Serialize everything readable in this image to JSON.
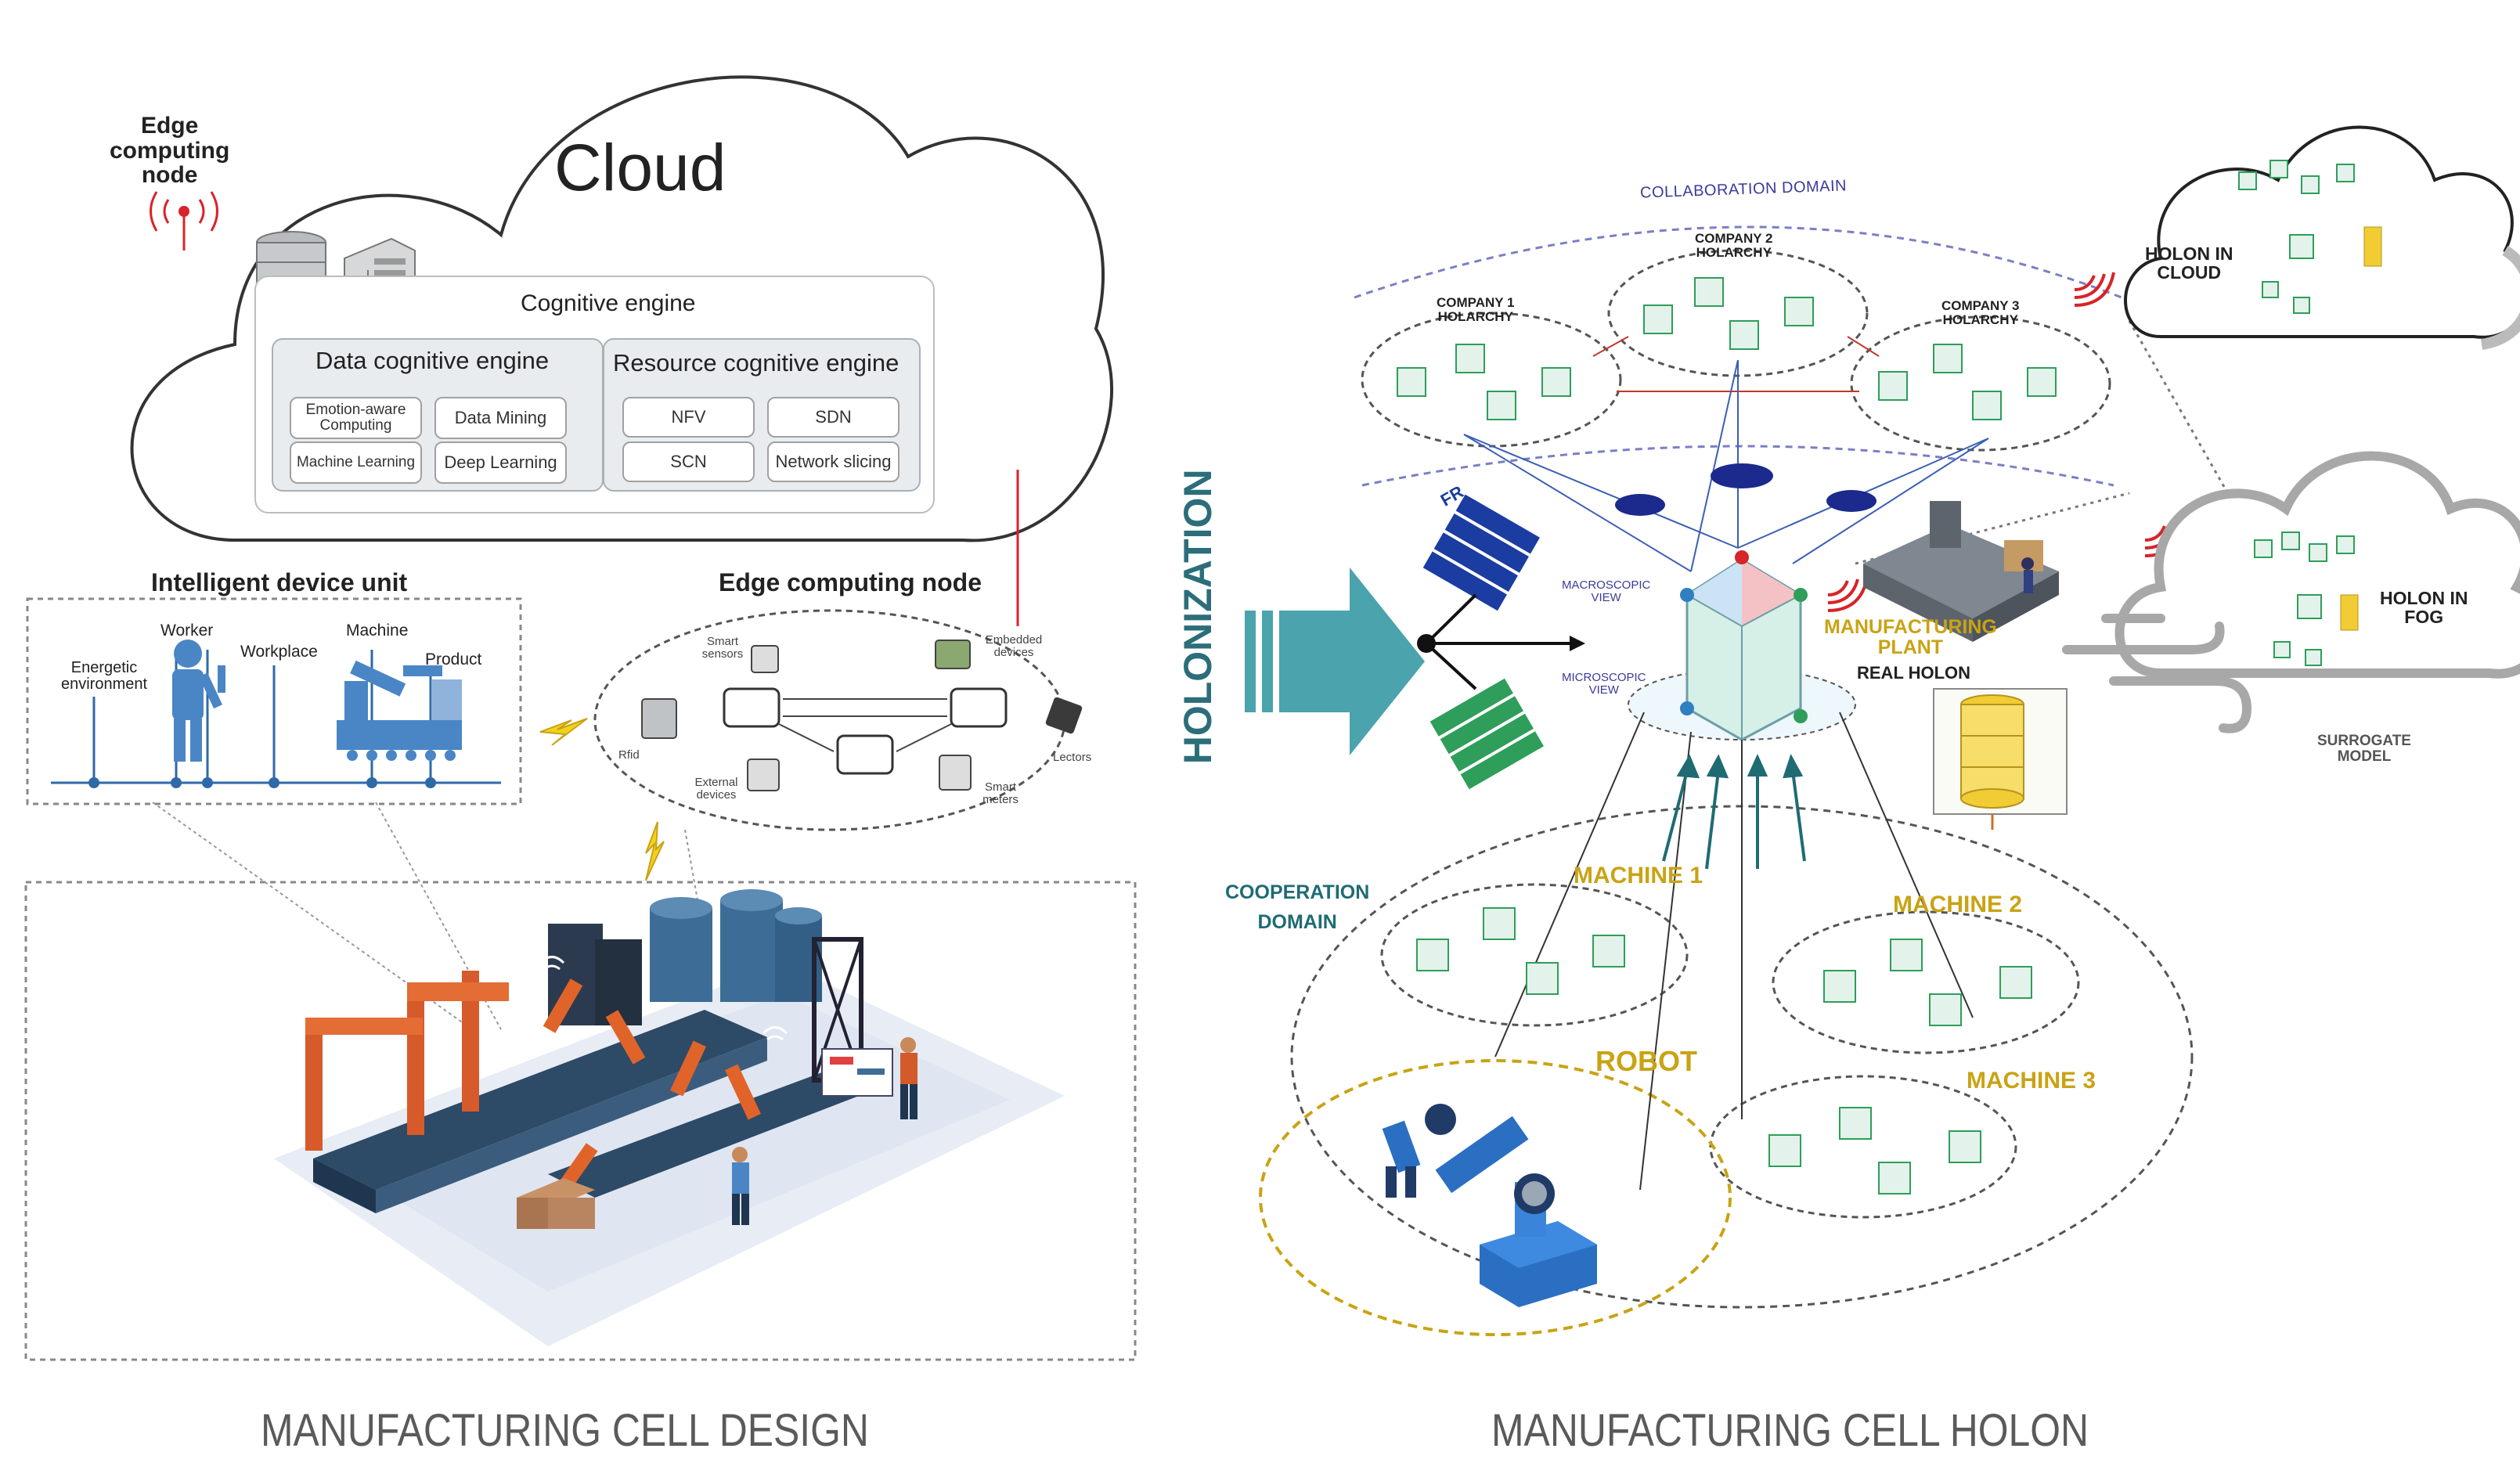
{
  "left": {
    "cloud_title": "Cloud",
    "edge_node_label": "Edge\ncomputing\nnode",
    "cognitive_engine": "Cognitive engine",
    "data_engine": {
      "title": "Data cognitive engine",
      "items": [
        "Emotion-aware Computing",
        "Data Mining",
        "Machine Learning",
        "Deep Learning"
      ]
    },
    "resource_engine": {
      "title": "Resource cognitive engine",
      "items": [
        "NFV",
        "SDN",
        "SCN",
        "Network slicing"
      ]
    },
    "intelligent_unit": {
      "title": "Intelligent device unit",
      "labels": [
        "Energetic environment",
        "Worker",
        "Workplace",
        "Machine",
        "Product"
      ]
    },
    "edge_node": {
      "title": "Edge computing node",
      "labels": [
        "Smart sensors",
        "Embedded devices",
        "Rfid",
        "Lectors",
        "External devices",
        "Smart meters"
      ]
    },
    "caption": "MANUFACTURING CELL DESIGN"
  },
  "middle": {
    "arrow_label": "HOLONIZATION"
  },
  "right": {
    "collaboration_domain": "COLLABORATION DOMAIN",
    "companies": [
      "COMPANY 1\nHOLARCHY",
      "COMPANY 2\nHOLARCHY",
      "COMPANY 3\nHOLARCHY"
    ],
    "holon_cloud": "HOLON IN\nCLOUD",
    "holon_fog": "HOLON IN\nFOG",
    "surrogate_model": "SURROGATE\nMODEL",
    "fr_label": "FR",
    "macroscopic_view": "MACROSCOPIC\nVIEW",
    "microscopic_view": "MICROSCOPIC\nVIEW",
    "plant": "MANUFACTURING\nPLANT",
    "real_holon": "REAL HOLON",
    "cooperation_domain": "COOPERATION\nDOMAIN",
    "machines": [
      "MACHINE 1",
      "MACHINE 2",
      "MACHINE 3"
    ],
    "robot": "ROBOT",
    "caption": "MANUFACTURING CELL HOLON"
  },
  "colors": {
    "teal": "#4aa3ad",
    "dark_teal": "#1f6b74",
    "navy": "#1b2a8c",
    "green": "#2e9e5a",
    "yellow": "#c9a314",
    "orange": "#e0642a",
    "red": "#d8232a",
    "blue": "#2f7fc1"
  }
}
